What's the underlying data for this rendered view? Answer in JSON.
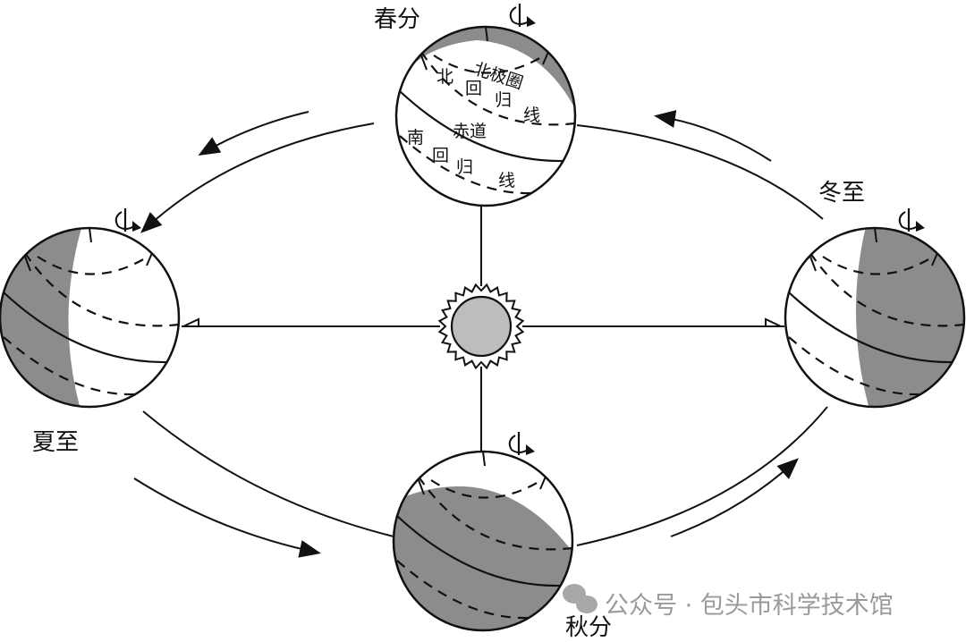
{
  "title": "Earth's revolution around the Sun: solstices and equinoxes",
  "seasons": {
    "spring_equinox": "春分",
    "summer_solstice": "夏至",
    "autumn_equinox": "秋分",
    "winter_solstice": "冬至"
  },
  "latitude_labels": {
    "arctic_circle": "北极圈",
    "tropic_cancer": [
      "北",
      "回",
      "归",
      "线"
    ],
    "equator": "赤道",
    "tropic_capricorn": [
      "南",
      "回",
      "归",
      "线"
    ]
  },
  "watermark": "公众号 · 包头市科学技术馆",
  "colors": {
    "shade": "#8c8c8c",
    "sun": "#bdbdbd",
    "line": "#111111"
  }
}
